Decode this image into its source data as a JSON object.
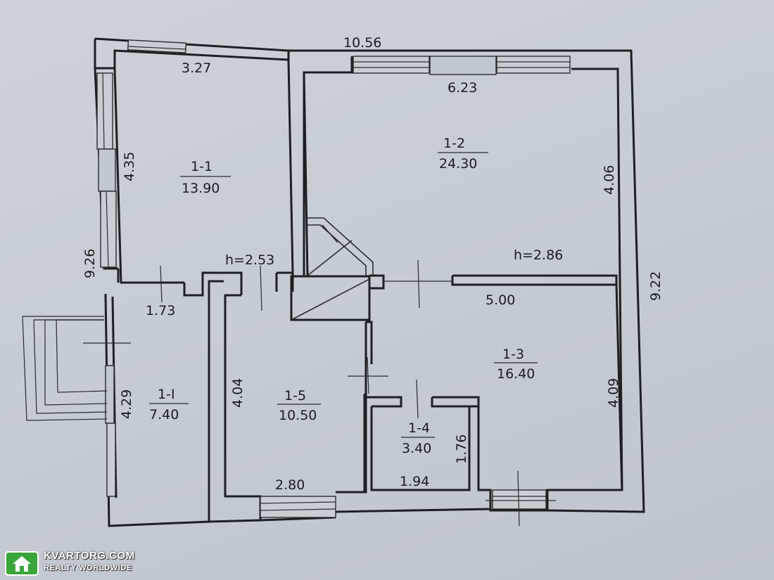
{
  "plan": {
    "overall_dims": {
      "width": "10.56",
      "height_left": "9.26",
      "height_right": "9.22"
    },
    "rooms": [
      {
        "id": "1-1",
        "area": "13.90",
        "dim_top": "3.27",
        "dim_side": "4.35",
        "height": "h=2.53"
      },
      {
        "id": "1-2",
        "area": "24.30",
        "dim_top": "6.23",
        "dim_side": "4.06",
        "height": "h=2.86"
      },
      {
        "id": "1-3",
        "area": "16.40",
        "dim_top": "5.00",
        "dim_side": "4.09"
      },
      {
        "id": "1-4",
        "area": "3.40",
        "dim_bottom": "1.94",
        "dim_side": "1.76"
      },
      {
        "id": "1-5",
        "area": "10.50",
        "dim_bottom": "2.80",
        "dim_side": "4.04"
      },
      {
        "id": "1-I",
        "area": "7.40",
        "dim_top": "1.73",
        "dim_side": "4.29"
      }
    ]
  },
  "watermark": {
    "brand": "KVARTORG.COM",
    "tagline": "REALTY WORLDWIDE",
    "logo_icon": "house-icon",
    "logo_color": "#3aa53a"
  }
}
